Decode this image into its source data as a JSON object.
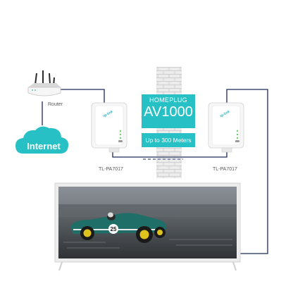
{
  "router": {
    "label": "Router"
  },
  "cloud": {
    "label": "Internet"
  },
  "powerline": {
    "standard": "HOMEPLUG",
    "speed": "AV1000",
    "range": "Up to 300 Meters"
  },
  "adapters": [
    {
      "model": "TL-PA7017",
      "brand": "tp-link"
    },
    {
      "model": "TL-PA7017",
      "brand": "tp-link"
    }
  ],
  "tv": {
    "car_number": "25"
  },
  "colors": {
    "accent": "#27c0c4",
    "wire": "#1d2a5c",
    "wall": "#e6e6e6",
    "adapter": "#f4f4f4"
  }
}
